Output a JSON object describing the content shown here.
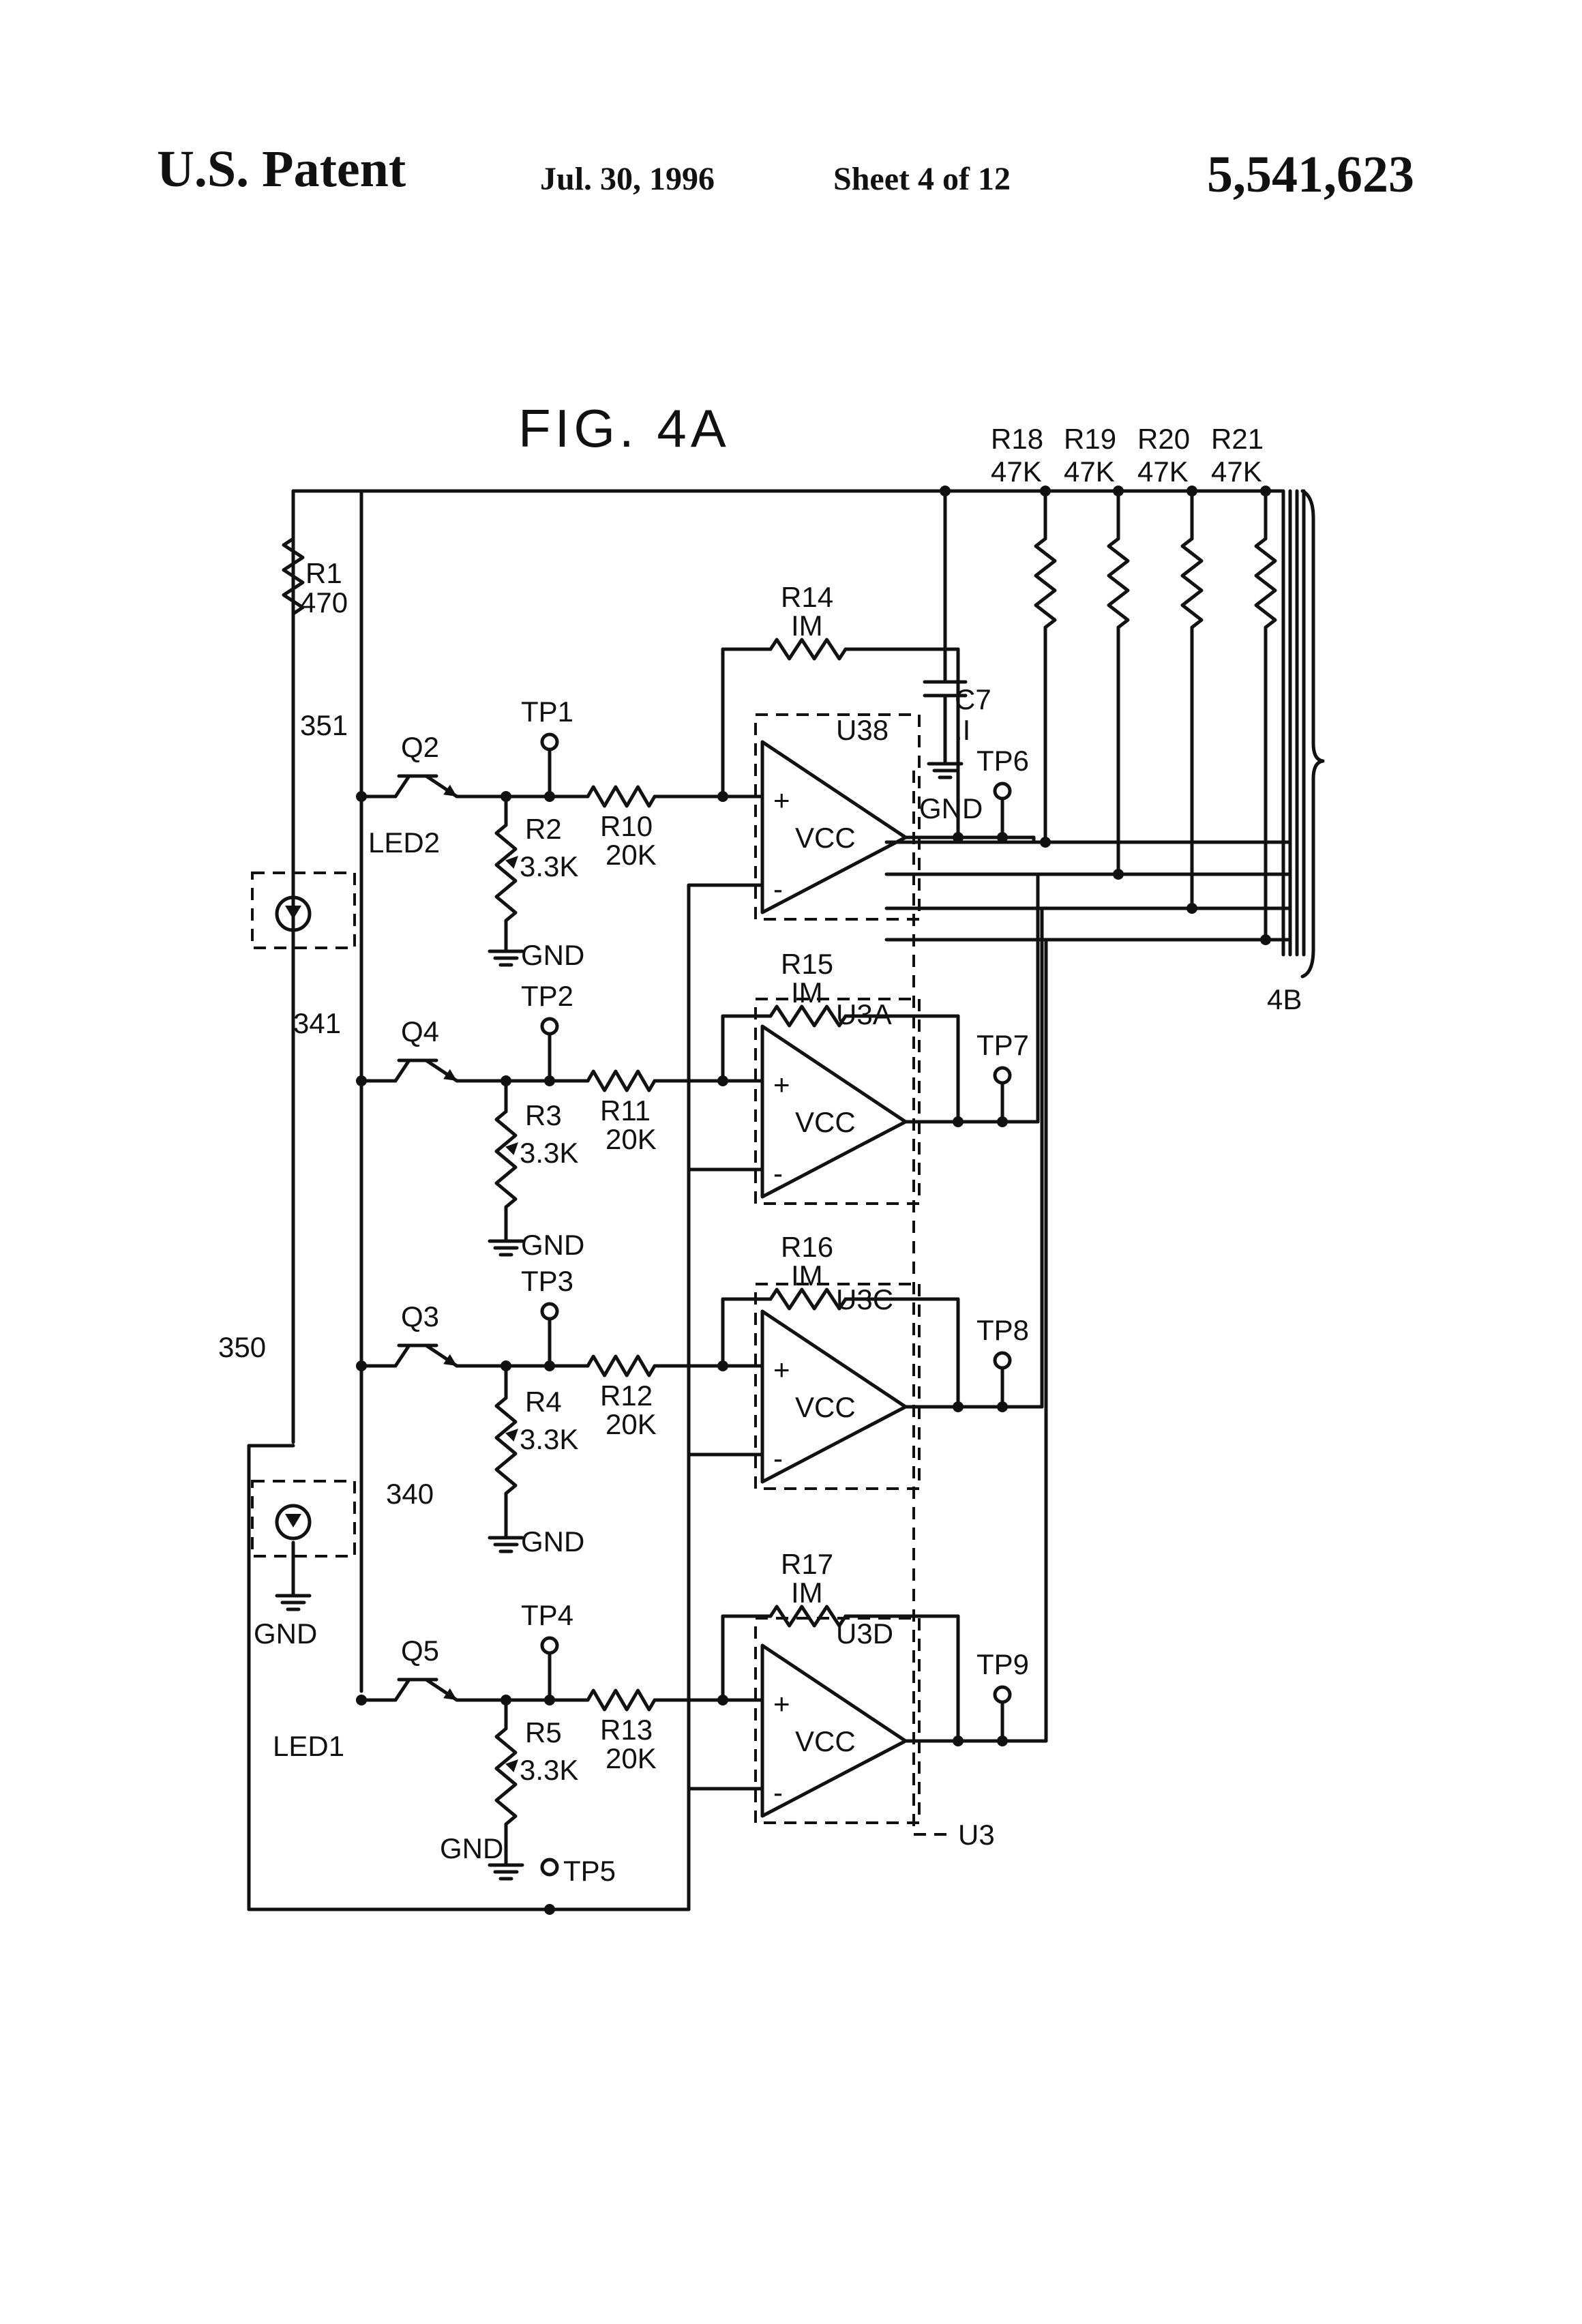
{
  "header": {
    "patent": "U.S. Patent",
    "date": "Jul. 30, 1996",
    "sheet": "Sheet 4 of 12",
    "number": "5,541,623"
  },
  "figure": {
    "title": "FIG. 4A",
    "connector": "4B",
    "ic_label": "U3",
    "gnd": "GND",
    "vcc": "VCC",
    "resistors": {
      "R1": [
        "R1",
        "470"
      ],
      "R2": [
        "R2",
        "3.3K"
      ],
      "R3": [
        "R3",
        "3.3K"
      ],
      "R4": [
        "R4",
        "3.3K"
      ],
      "R5": [
        "R5",
        "3.3K"
      ],
      "R10": [
        "R10",
        "20K"
      ],
      "R11": [
        "R11",
        "20K"
      ],
      "R12": [
        "R12",
        "20K"
      ],
      "R13": [
        "R13",
        "20K"
      ],
      "R14": [
        "R14",
        "IM"
      ],
      "R15": [
        "R15",
        "IM"
      ],
      "R16": [
        "R16",
        "IM"
      ],
      "R17": [
        "R17",
        "IM"
      ],
      "R18": [
        "R18",
        "47K"
      ],
      "R19": [
        "R19",
        "47K"
      ],
      "R20": [
        "R20",
        "47K"
      ],
      "R21": [
        "R21",
        "47K"
      ]
    },
    "capacitor": [
      "C7",
      ".I"
    ],
    "transistors": [
      "Q2",
      "Q4",
      "Q3",
      "Q5"
    ],
    "leds": [
      "LED2",
      "LED1"
    ],
    "opamps": [
      "U38",
      "U3A",
      "U3C",
      "U3D"
    ],
    "testpoints": [
      "TP1",
      "TP2",
      "TP3",
      "TP4",
      "TP5",
      "TP6",
      "TP7",
      "TP8",
      "TP9"
    ],
    "refs": [
      "351",
      "341",
      "350",
      "340"
    ]
  }
}
